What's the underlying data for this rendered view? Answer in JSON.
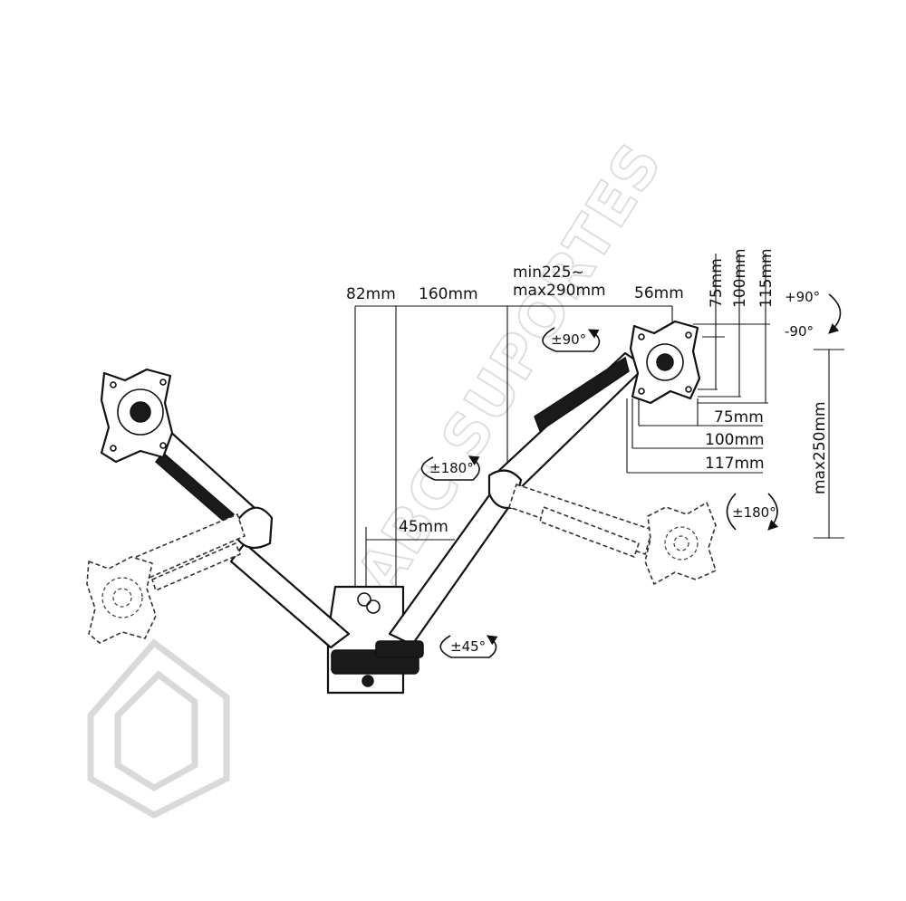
{
  "watermark": {
    "text": "ABC SUPORTES"
  },
  "dimensions": {
    "wall_plate_offset": "82mm",
    "arm_span": "160mm",
    "extension_min": "min225~",
    "extension_max": "max290mm",
    "head_offset": "56mm",
    "plate_depth": "45mm",
    "height_range": "max250mm"
  },
  "vesa": {
    "vertical": [
      "75mm",
      "100mm",
      "115mm"
    ],
    "horizontal": [
      "75mm",
      "100mm",
      "117mm"
    ]
  },
  "rotations": {
    "tilt_up": "+90°",
    "tilt_down": "-90°",
    "swivel_head": "±90°",
    "pivot_arm": "±180°",
    "rotate_screen": "±180°",
    "wall_swivel": "±45°"
  }
}
